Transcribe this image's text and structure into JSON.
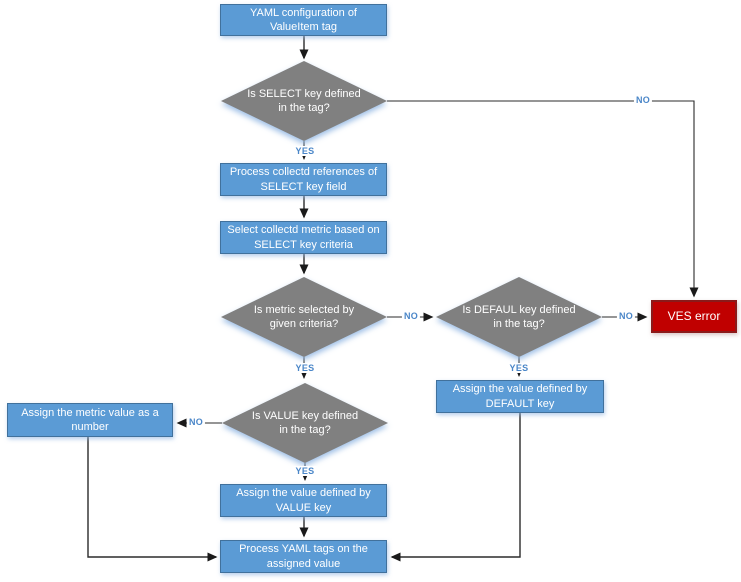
{
  "flowchart": {
    "nodes": {
      "start": "YAML configuration of ValueItem tag",
      "select_decision": "Is SELECT key defined in the tag?",
      "process_references": "Process collectd references of SELECT key field",
      "select_metric": "Select collectd metric based on SELECT key criteria",
      "metric_decision": "Is metric selected by given criteria?",
      "default_decision": "Is DEFAUL key defined in the tag?",
      "ves_error": "VES error",
      "assign_default": "Assign the value defined by DEFAULT key",
      "value_decision": "Is VALUE key defined in the tag?",
      "assign_metric": "Assign the metric value as a number",
      "assign_value": "Assign the value defined by VALUE key",
      "process_tags": "Process YAML tags on the assigned value"
    },
    "labels": {
      "yes": "YES",
      "no": "NO"
    },
    "colors": {
      "process_fill": "#5B9BD5",
      "process_border": "#41719C",
      "decision_fill": "#808080",
      "error_fill": "#C00000",
      "error_border": "#8B1A1A",
      "branch_label": "#4A86C8",
      "connector": "#2b2b2b"
    }
  }
}
